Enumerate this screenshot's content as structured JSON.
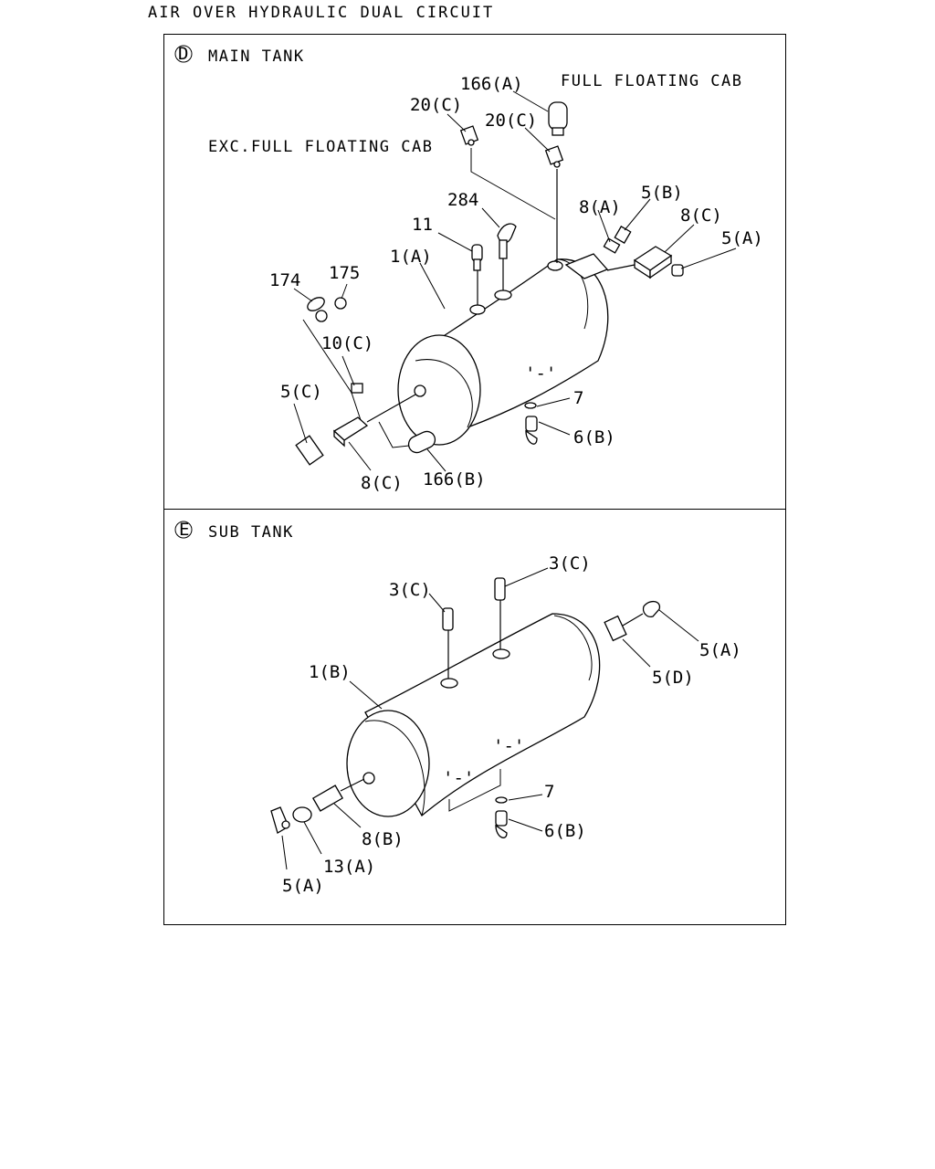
{
  "title": "AIR OVER HYDRAULIC DUAL CIRCUIT",
  "main_tank": {
    "letter": "D",
    "heading": "MAIN TANK",
    "note_full": "FULL FLOATING CAB",
    "note_exc": "EXC.FULL FLOATING CAB",
    "labels": {
      "p166a": "166(A)",
      "p20c_1": "20(C)",
      "p20c_2": "20(C)",
      "p284": "284",
      "p8a": "8(A)",
      "p5b": "5(B)",
      "p8c_top": "8(C)",
      "p5a": "5(A)",
      "p11": "11",
      "p1a": "1(A)",
      "p174": "174",
      "p175": "175",
      "p10c": "10(C)",
      "p5c": "5(C)",
      "p7": "7",
      "p6b": "6(B)",
      "p8c_bottom": "8(C)",
      "p166b": "166(B)"
    }
  },
  "sub_tank": {
    "letter": "E",
    "heading": "SUB TANK",
    "labels": {
      "p3c_left": "3(C)",
      "p3c_right": "3(C)",
      "p5a_right": "5(A)",
      "p5d": "5(D)",
      "p1b": "1(B)",
      "p7": "7",
      "p6b": "6(B)",
      "p8b": "8(B)",
      "p13a": "13(A)",
      "p5a_left": "5(A)"
    }
  }
}
